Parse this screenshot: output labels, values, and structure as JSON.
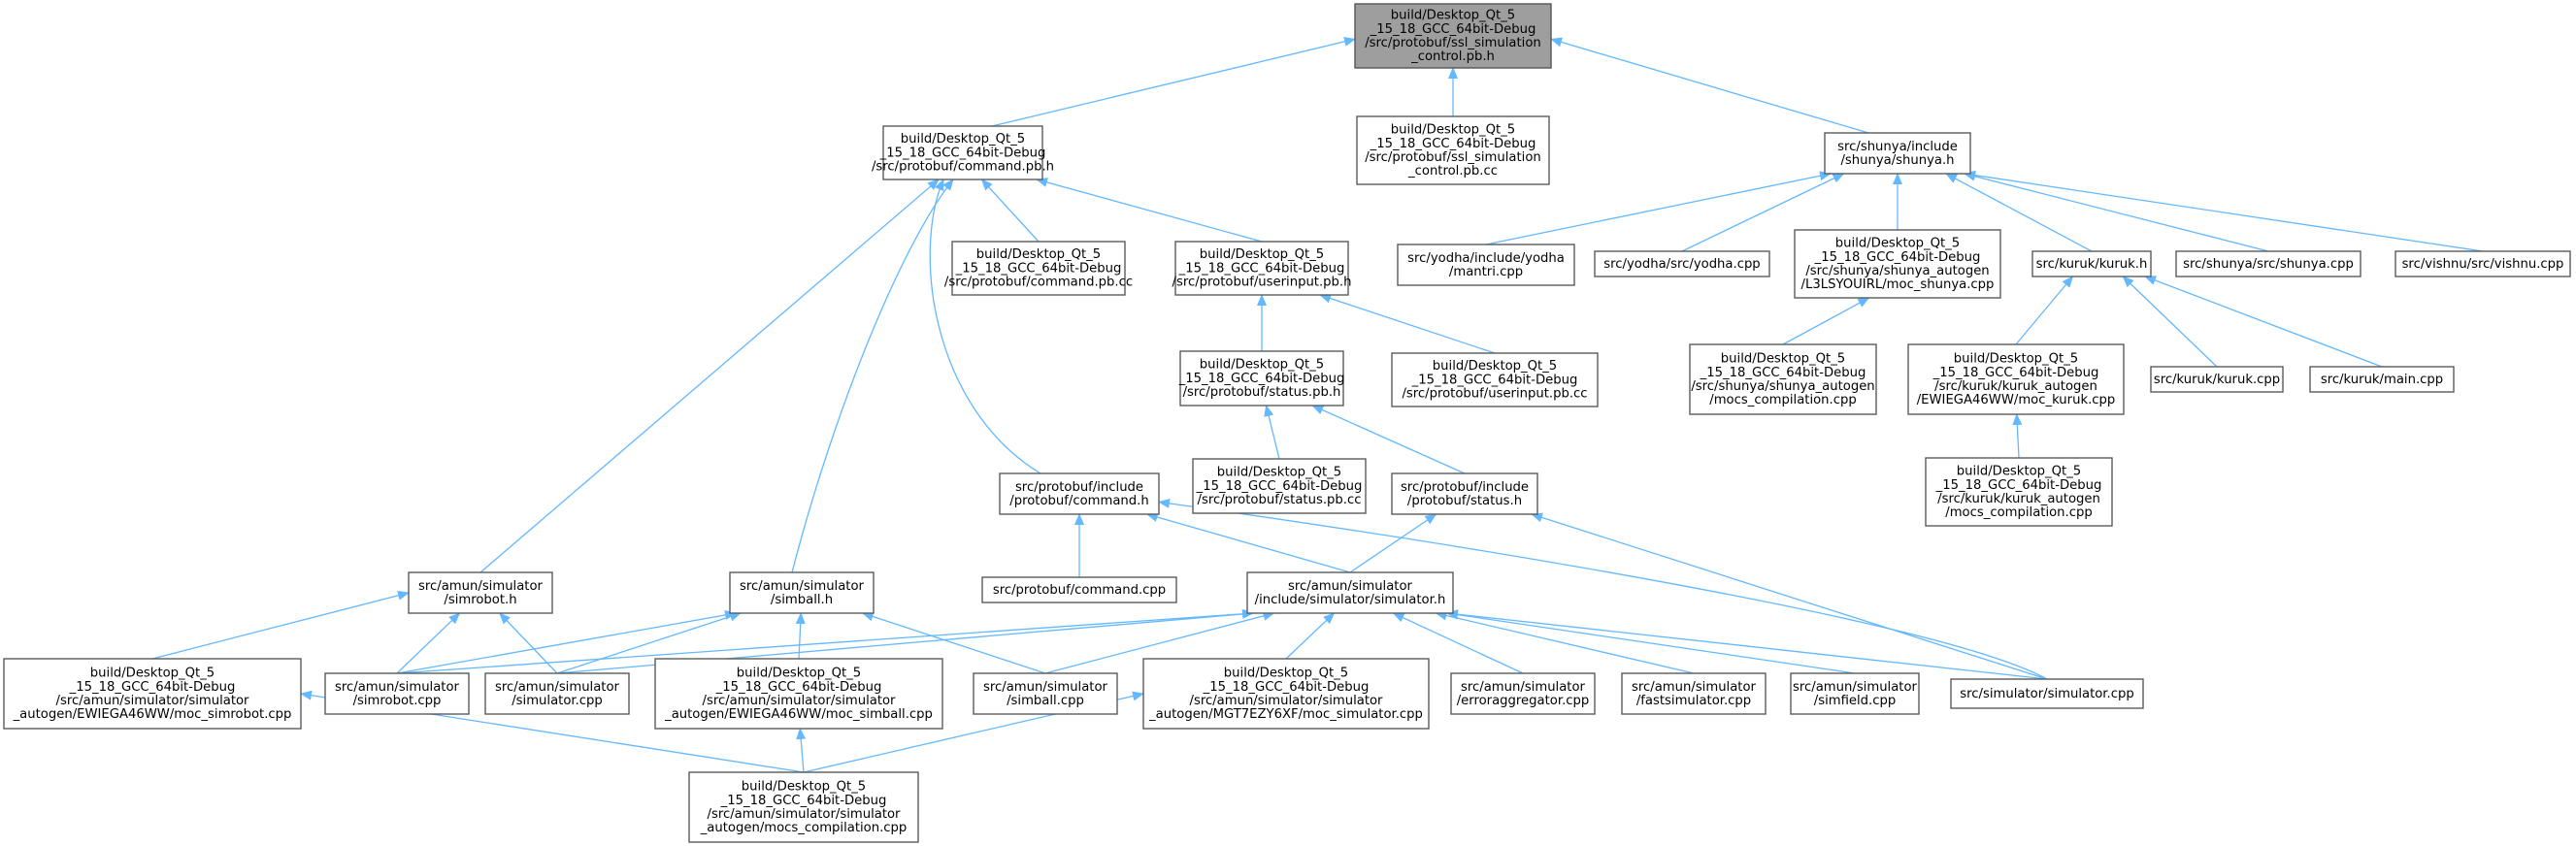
{
  "nodes": [
    {
      "id": "root",
      "lines": [
        "build/Desktop_Qt_5",
        "_15_18_GCC_64bit-Debug",
        "/src/protobuf/ssl_simulation",
        "_control.pb.h"
      ],
      "highlight": true
    },
    {
      "id": "command_pb_h",
      "lines": [
        "build/Desktop_Qt_5",
        "_15_18_GCC_64bit-Debug",
        "/src/protobuf/command.pb.h"
      ]
    },
    {
      "id": "ssl_sim_pb_cc",
      "lines": [
        "build/Desktop_Qt_5",
        "_15_18_GCC_64bit-Debug",
        "/src/protobuf/ssl_simulation",
        "_control.pb.cc"
      ]
    },
    {
      "id": "shunya_h",
      "lines": [
        "src/shunya/include",
        "/shunya/shunya.h"
      ]
    },
    {
      "id": "command_pb_cc",
      "lines": [
        "build/Desktop_Qt_5",
        "_15_18_GCC_64bit-Debug",
        "/src/protobuf/command.pb.cc"
      ]
    },
    {
      "id": "userinput_pb_h",
      "lines": [
        "build/Desktop_Qt_5",
        "_15_18_GCC_64bit-Debug",
        "/src/protobuf/userinput.pb.h"
      ]
    },
    {
      "id": "mantri_cpp",
      "lines": [
        "src/yodha/include/yodha",
        "/mantri.cpp"
      ]
    },
    {
      "id": "yodha_cpp",
      "lines": [
        "src/yodha/src/yodha.cpp"
      ]
    },
    {
      "id": "moc_shunya",
      "lines": [
        "build/Desktop_Qt_5",
        "_15_18_GCC_64bit-Debug",
        "/src/shunya/shunya_autogen",
        "/L3LSYOUIRL/moc_shunya.cpp"
      ]
    },
    {
      "id": "kuruk_h",
      "lines": [
        "src/kuruk/kuruk.h"
      ]
    },
    {
      "id": "shunya_cpp",
      "lines": [
        "src/shunya/src/shunya.cpp"
      ]
    },
    {
      "id": "vishnu_cpp",
      "lines": [
        "src/vishnu/src/vishnu.cpp"
      ]
    },
    {
      "id": "status_pb_h",
      "lines": [
        "build/Desktop_Qt_5",
        "_15_18_GCC_64bit-Debug",
        "/src/protobuf/status.pb.h"
      ]
    },
    {
      "id": "userinput_pb_cc",
      "lines": [
        "build/Desktop_Qt_5",
        "_15_18_GCC_64bit-Debug",
        "/src/protobuf/userinput.pb.cc"
      ]
    },
    {
      "id": "shunya_mocs",
      "lines": [
        "build/Desktop_Qt_5",
        "_15_18_GCC_64bit-Debug",
        "/src/shunya/shunya_autogen",
        "/mocs_compilation.cpp"
      ]
    },
    {
      "id": "moc_kuruk",
      "lines": [
        "build/Desktop_Qt_5",
        "_15_18_GCC_64bit-Debug",
        "/src/kuruk/kuruk_autogen",
        "/EWIEGA46WW/moc_kuruk.cpp"
      ]
    },
    {
      "id": "kuruk_cpp",
      "lines": [
        "src/kuruk/kuruk.cpp"
      ]
    },
    {
      "id": "main_cpp",
      "lines": [
        "src/kuruk/main.cpp"
      ]
    },
    {
      "id": "status_pb_cc",
      "lines": [
        "build/Desktop_Qt_5",
        "_15_18_GCC_64bit-Debug",
        "/src/protobuf/status.pb.cc"
      ]
    },
    {
      "id": "command_h",
      "lines": [
        "src/protobuf/include",
        "/protobuf/command.h"
      ]
    },
    {
      "id": "status_h",
      "lines": [
        "src/protobuf/include",
        "/protobuf/status.h"
      ]
    },
    {
      "id": "kuruk_mocs",
      "lines": [
        "build/Desktop_Qt_5",
        "_15_18_GCC_64bit-Debug",
        "/src/kuruk/kuruk_autogen",
        "/mocs_compilation.cpp"
      ]
    },
    {
      "id": "command_cpp",
      "lines": [
        "src/protobuf/command.cpp"
      ]
    },
    {
      "id": "simrobot_h",
      "lines": [
        "src/amun/simulator",
        "/simrobot.h"
      ]
    },
    {
      "id": "simball_h",
      "lines": [
        "src/amun/simulator",
        "/simball.h"
      ]
    },
    {
      "id": "simulator_h",
      "lines": [
        "src/amun/simulator",
        "/include/simulator/simulator.h"
      ]
    },
    {
      "id": "moc_simrobot",
      "lines": [
        "build/Desktop_Qt_5",
        "_15_18_GCC_64bit-Debug",
        "/src/amun/simulator/simulator",
        "_autogen/EWIEGA46WW/moc_simrobot.cpp"
      ]
    },
    {
      "id": "simrobot_cpp",
      "lines": [
        "src/amun/simulator",
        "/simrobot.cpp"
      ]
    },
    {
      "id": "simulator_cpp_amun",
      "lines": [
        "src/amun/simulator",
        "/simulator.cpp"
      ]
    },
    {
      "id": "moc_simball",
      "lines": [
        "build/Desktop_Qt_5",
        "_15_18_GCC_64bit-Debug",
        "/src/amun/simulator/simulator",
        "_autogen/EWIEGA46WW/moc_simball.cpp"
      ]
    },
    {
      "id": "simball_cpp",
      "lines": [
        "src/amun/simulator",
        "/simball.cpp"
      ]
    },
    {
      "id": "moc_simulator",
      "lines": [
        "build/Desktop_Qt_5",
        "_15_18_GCC_64bit-Debug",
        "/src/amun/simulator/simulator",
        "_autogen/MGT7EZY6XF/moc_simulator.cpp"
      ]
    },
    {
      "id": "erroraggregator_cpp",
      "lines": [
        "src/amun/simulator",
        "/erroraggregator.cpp"
      ]
    },
    {
      "id": "fastsimulator_cpp",
      "lines": [
        "src/amun/simulator",
        "/fastsimulator.cpp"
      ]
    },
    {
      "id": "simfield_cpp",
      "lines": [
        "src/amun/simulator",
        "/simfield.cpp"
      ]
    },
    {
      "id": "simulator_simulator_cpp",
      "lines": [
        "src/simulator/simulator.cpp"
      ]
    },
    {
      "id": "sim_mocs",
      "lines": [
        "build/Desktop_Qt_5",
        "_15_18_GCC_64bit-Debug",
        "/src/amun/simulator/simulator",
        "_autogen/mocs_compilation.cpp"
      ]
    }
  ],
  "edges": [
    [
      "command_pb_h",
      "root"
    ],
    [
      "ssl_sim_pb_cc",
      "root"
    ],
    [
      "shunya_h",
      "root"
    ],
    [
      "command_pb_cc",
      "command_pb_h"
    ],
    [
      "userinput_pb_h",
      "command_pb_h"
    ],
    [
      "command_h",
      "command_pb_h"
    ],
    [
      "simrobot_h",
      "command_pb_h"
    ],
    [
      "simball_h",
      "command_pb_h"
    ],
    [
      "status_pb_h",
      "userinput_pb_h"
    ],
    [
      "userinput_pb_cc",
      "userinput_pb_h"
    ],
    [
      "status_pb_cc",
      "status_pb_h"
    ],
    [
      "status_h",
      "status_pb_h"
    ],
    [
      "mantri_cpp",
      "shunya_h"
    ],
    [
      "yodha_cpp",
      "shunya_h"
    ],
    [
      "moc_shunya",
      "shunya_h"
    ],
    [
      "kuruk_h",
      "shunya_h"
    ],
    [
      "shunya_cpp",
      "shunya_h"
    ],
    [
      "vishnu_cpp",
      "shunya_h"
    ],
    [
      "shunya_mocs",
      "moc_shunya"
    ],
    [
      "moc_kuruk",
      "kuruk_h"
    ],
    [
      "kuruk_cpp",
      "kuruk_h"
    ],
    [
      "main_cpp",
      "kuruk_h"
    ],
    [
      "kuruk_mocs",
      "moc_kuruk"
    ],
    [
      "command_cpp",
      "command_h"
    ],
    [
      "simulator_h",
      "command_h"
    ],
    [
      "simulator_simulator_cpp",
      "command_h"
    ],
    [
      "simulator_h",
      "status_h"
    ],
    [
      "simulator_simulator_cpp",
      "status_h"
    ],
    [
      "moc_simrobot",
      "simrobot_h"
    ],
    [
      "simrobot_cpp",
      "simrobot_h"
    ],
    [
      "simulator_cpp_amun",
      "simrobot_h"
    ],
    [
      "simrobot_cpp",
      "simball_h"
    ],
    [
      "simulator_cpp_amun",
      "simball_h"
    ],
    [
      "moc_simball",
      "simball_h"
    ],
    [
      "simball_cpp",
      "simball_h"
    ],
    [
      "simrobot_cpp",
      "simulator_h"
    ],
    [
      "simulator_cpp_amun",
      "simulator_h"
    ],
    [
      "simball_cpp",
      "simulator_h"
    ],
    [
      "moc_simulator",
      "simulator_h"
    ],
    [
      "erroraggregator_cpp",
      "simulator_h"
    ],
    [
      "fastsimulator_cpp",
      "simulator_h"
    ],
    [
      "simfield_cpp",
      "simulator_h"
    ],
    [
      "simulator_simulator_cpp",
      "simulator_h"
    ],
    [
      "sim_mocs",
      "moc_simrobot"
    ],
    [
      "sim_mocs",
      "moc_simball"
    ],
    [
      "sim_mocs",
      "moc_simulator"
    ]
  ],
  "colors": {
    "edge": "#63b8ff",
    "node_border": "#5a5a5a",
    "root_fill": "#9e9e9e",
    "node_fill": "#ffffff"
  }
}
